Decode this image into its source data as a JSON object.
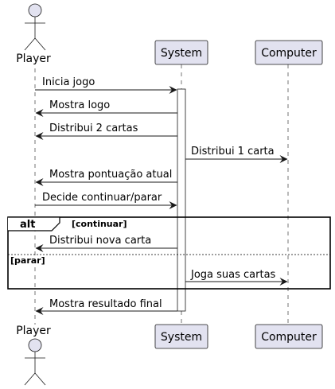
{
  "colors": {
    "participant_fill": "#E2E2F0",
    "participant_stroke": "#181818",
    "lifeline": "#181818",
    "activation_fill": "#FFFFFF",
    "background": "#FFFFFF"
  },
  "participants": [
    {
      "id": "player",
      "label": "Player",
      "kind": "actor"
    },
    {
      "id": "system",
      "label": "System",
      "kind": "participant"
    },
    {
      "id": "computer",
      "label": "Computer",
      "kind": "participant"
    }
  ],
  "messages": [
    {
      "from": "player",
      "to": "system",
      "label": "Inicia jogo"
    },
    {
      "from": "system",
      "to": "player",
      "label": "Mostra logo"
    },
    {
      "from": "system",
      "to": "player",
      "label": "Distribui 2 cartas"
    },
    {
      "from": "system",
      "to": "computer",
      "label": "Distribui 1 carta"
    },
    {
      "from": "system",
      "to": "player",
      "label": "Mostra pontuação atual"
    },
    {
      "from": "player",
      "to": "system",
      "label": "Decide continuar/parar"
    },
    {
      "from": "system",
      "to": "player",
      "label": "Distribui nova carta"
    },
    {
      "from": "system",
      "to": "computer",
      "label": "Joga suas cartas"
    },
    {
      "from": "system",
      "to": "player",
      "label": "Mostra resultado final"
    }
  ],
  "alt_frame": {
    "keyword": "alt",
    "guard_1": "[continuar]",
    "guard_2": "[parar]"
  }
}
